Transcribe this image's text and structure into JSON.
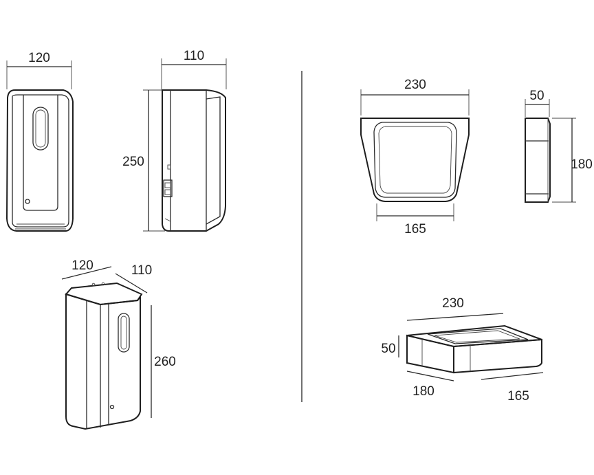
{
  "dispenser": {
    "front": {
      "width_label": "120"
    },
    "side": {
      "depth_label": "110",
      "height_label": "250"
    },
    "iso": {
      "width_label": "120",
      "depth_label": "110",
      "height_label": "260"
    }
  },
  "tray": {
    "top": {
      "outer_width_label": "230",
      "inner_width_label": "165"
    },
    "side": {
      "depth_label": "50",
      "length_label": "180"
    },
    "iso": {
      "width_label": "230",
      "height_label": "50",
      "length_label": "180",
      "inner_width_label": "165"
    }
  }
}
